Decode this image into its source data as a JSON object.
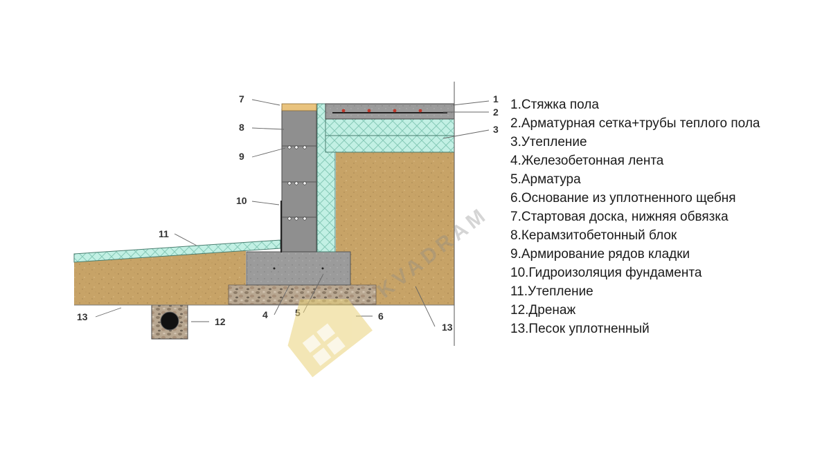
{
  "callouts": [
    {
      "id": "c1",
      "text": "1"
    },
    {
      "id": "c2",
      "text": "2"
    },
    {
      "id": "c3",
      "text": "3"
    },
    {
      "id": "c4",
      "text": "4"
    },
    {
      "id": "c5",
      "text": "5"
    },
    {
      "id": "c6",
      "text": "6"
    },
    {
      "id": "c7",
      "text": "7"
    },
    {
      "id": "c8",
      "text": "8"
    },
    {
      "id": "c9",
      "text": "9"
    },
    {
      "id": "c10",
      "text": "10"
    },
    {
      "id": "c11",
      "text": "11"
    },
    {
      "id": "c12",
      "text": "12"
    },
    {
      "id": "c13a",
      "text": "13"
    },
    {
      "id": "c13b",
      "text": "13"
    }
  ],
  "legend": [
    "1.Стяжка пола",
    "2.Арматурная сетка+трубы теплого пола",
    "3.Утепление",
    "4.Железобетонная лента",
    "5.Арматура",
    "6.Основание из уплотненного щебня",
    "7.Стартовая доска, нижняя обвязка",
    "8.Керамзитобетонный блок",
    "9.Армирование рядов кладки",
    "10.Гидроизоляция фундамента",
    "11.Утепление",
    "12.Дренаж",
    "13.Песок уплотненный"
  ],
  "watermark": "KVADRAM",
  "colors": {
    "sand": "#c9a66b",
    "insulation": "#bfeee2",
    "concrete": "#9a9a9a",
    "block": "#8e8e8e",
    "board": "#e8c27a",
    "gravel": "#b8a48c",
    "watermark_logo": "#e8c84a"
  }
}
